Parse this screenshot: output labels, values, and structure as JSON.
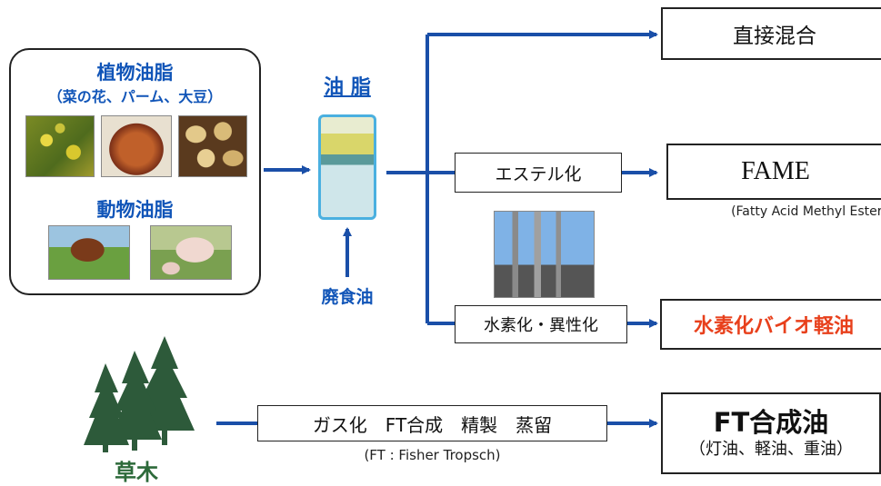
{
  "source_group": {
    "plant_oils_title": "植物油脂",
    "plant_oils_subtitle": "（菜の花、パーム、大豆）",
    "animal_fats_title": "動物油脂"
  },
  "center": {
    "oils_label": "油 脂",
    "waste_oil_label": "廃食油"
  },
  "outputs": {
    "direct_mix": "直接混合",
    "esterification": "エステル化",
    "fame": "FAME",
    "fame_expansion": "(Fatty Acid Methyl Ester)",
    "hydro_isomer": "水素化・異性化",
    "hydro_bio_diesel": "水素化バイオ軽油"
  },
  "ft_route": {
    "plants_label": "草木",
    "process_steps": "ガス化　FT合成　精製　蒸留",
    "ft_note": "(FT : Fisher Tropsch)",
    "ft_oil_title": "FT合成油",
    "ft_oil_products": "（灯油、軽油、重油）"
  },
  "colors": {
    "arrow_blue": "#1a4fa8",
    "label_blue": "#1155b8",
    "highlight_red": "#e8401c"
  }
}
